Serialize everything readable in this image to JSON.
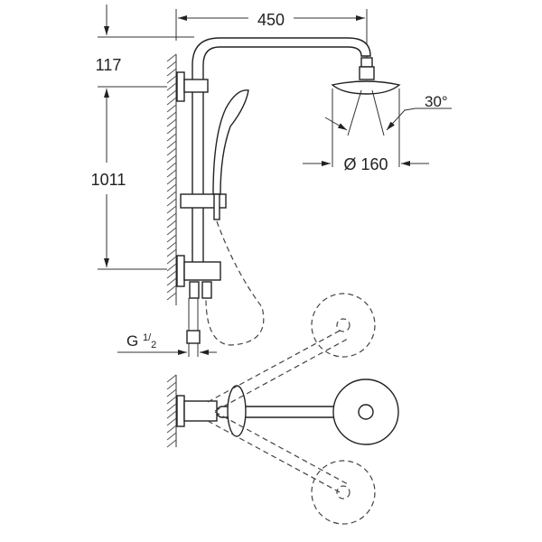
{
  "drawing": {
    "dimensions": {
      "arm_length": "450",
      "top_offset": "117",
      "rail_height": "1011",
      "head_diameter": "Ø 160",
      "spray_angle": "30°",
      "connection_prefix": "G",
      "connection_num": "1",
      "connection_den": "2"
    }
  }
}
